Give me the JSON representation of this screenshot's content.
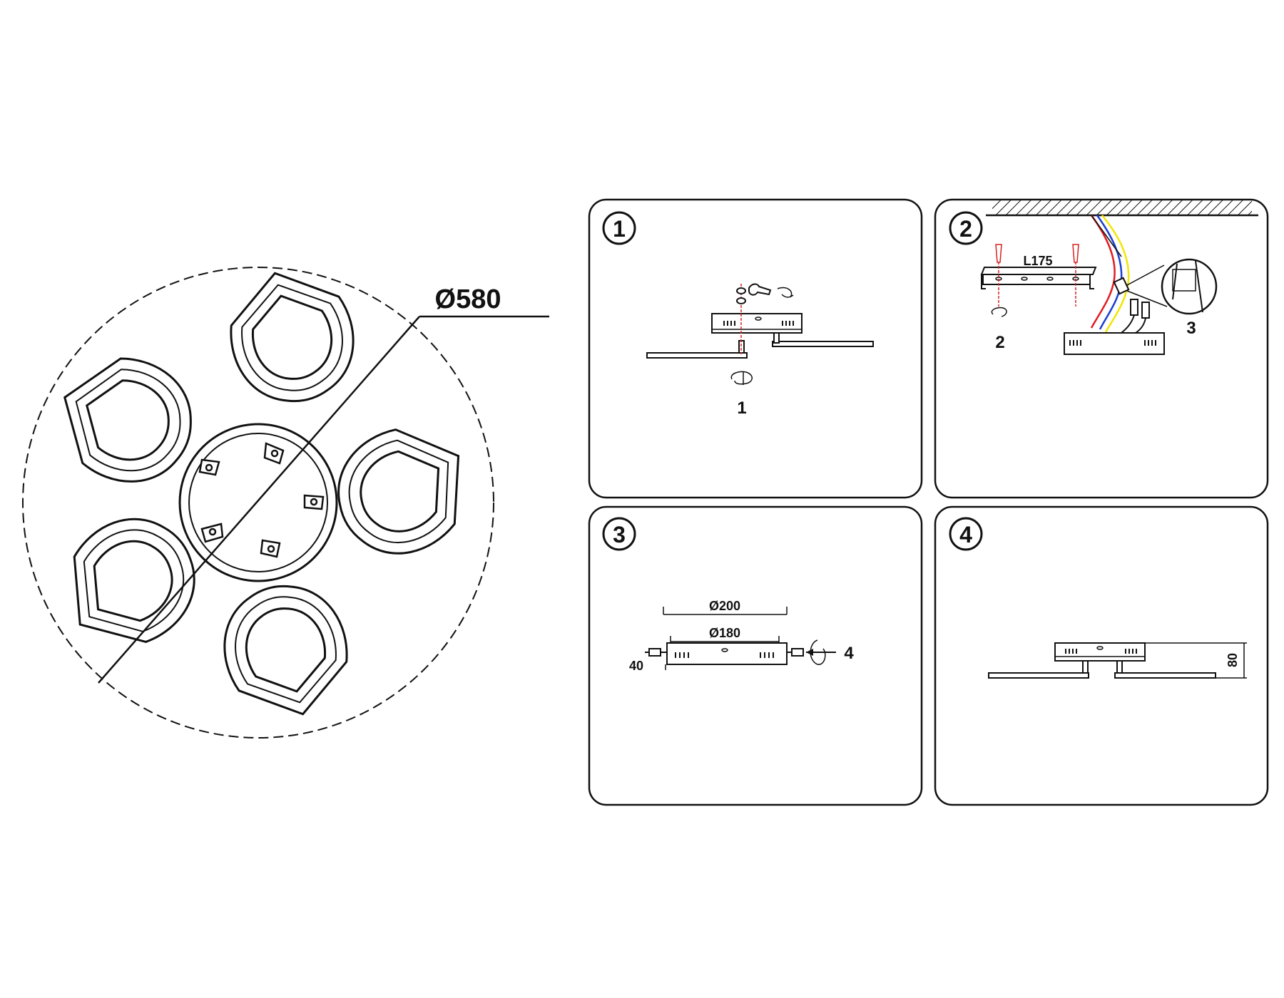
{
  "overview": {
    "diameter_label": "Ø580"
  },
  "steps": [
    {
      "number": "1",
      "callouts": [
        "1"
      ]
    },
    {
      "number": "2",
      "callouts": [
        "L175",
        "2",
        "3"
      ]
    },
    {
      "number": "3",
      "callouts": [
        "Ø200",
        "Ø180",
        "40",
        "4"
      ]
    },
    {
      "number": "4",
      "callouts": [
        "80"
      ]
    }
  ],
  "wire_colors": {
    "live": "#e11b22",
    "neutral": "#1b3fd1",
    "earth": "#f2e500",
    "marker": "#d92020"
  }
}
